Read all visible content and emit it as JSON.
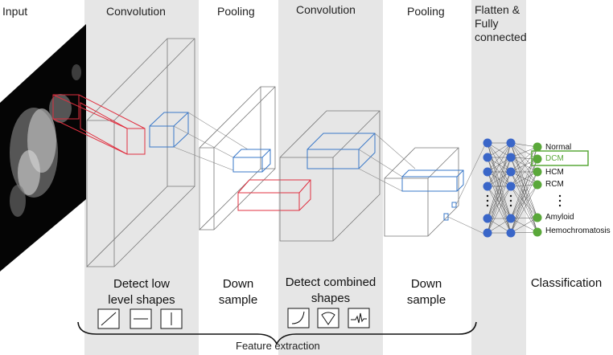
{
  "stages": {
    "input": "Input",
    "conv1": "Convolution",
    "pool1": "Pooling",
    "conv2": "Convolution",
    "pool2": "Pooling",
    "fc_line1": "Flatten &",
    "fc_line2": "Fully",
    "fc_line3": "connected"
  },
  "descriptions": {
    "conv1_a": "Detect low",
    "conv1_b": "level shapes",
    "pool1_a": "Down",
    "pool1_b": "sample",
    "conv2_a": "Detect combined",
    "conv2_b": "shapes",
    "pool2_a": "Down",
    "pool2_b": "sample",
    "fc": "Classification"
  },
  "classes": {
    "normal": "Normal",
    "dcm": "DCM",
    "hcm": "HCM",
    "rcm": "RCM",
    "amyloid": "Amyloid",
    "hemo": "Hemochromatosis"
  },
  "footer": "Feature extraction",
  "colors": {
    "red": "#e03040",
    "blue": "#3a78c8",
    "node": "#3a66c8",
    "out": "#5aa83a",
    "band": "#e6e6e6"
  }
}
